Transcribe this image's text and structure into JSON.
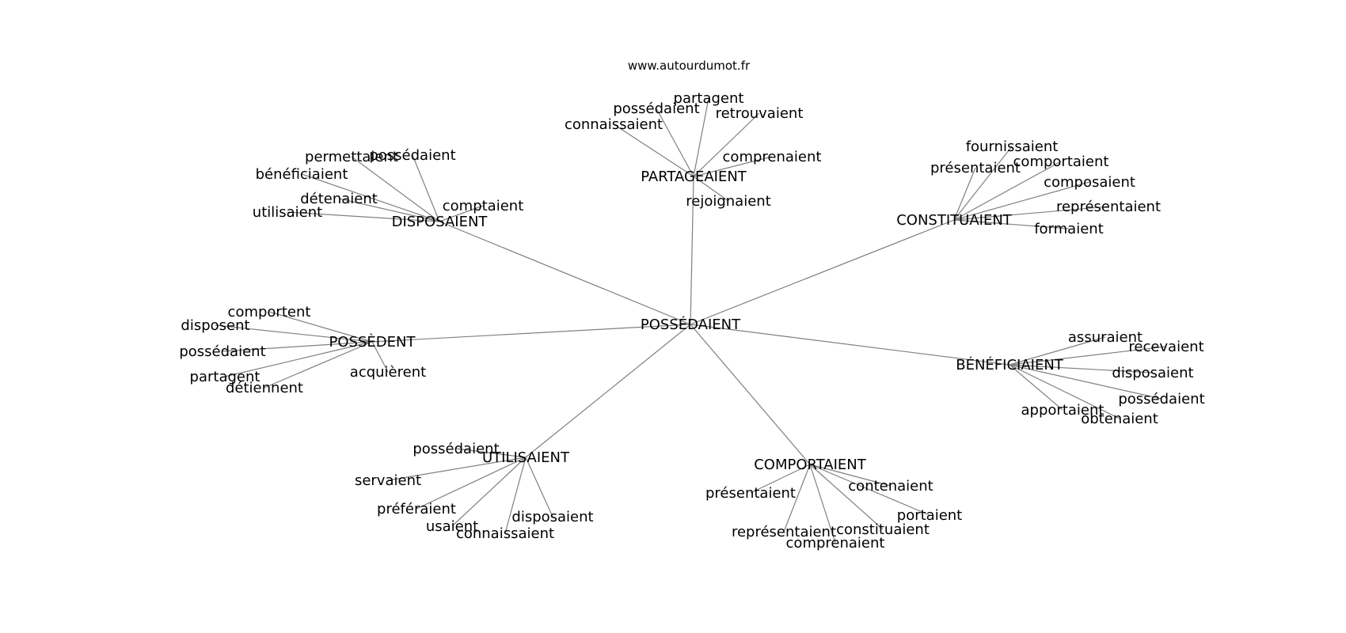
{
  "site_label": "www.autourdumot.fr",
  "root": "POSSÉDAIENT",
  "clusters": [
    {
      "hub": "PARTAGEAIENT",
      "leaves": [
        "partagent",
        "possédaient",
        "retrouvaient",
        "connaissaient",
        "comprenaient",
        "rejoignaient"
      ]
    },
    {
      "hub": "DISPOSAIENT",
      "leaves": [
        "permettaient",
        "possédaient",
        "bénéficiaient",
        "détenaient",
        "comptaient",
        "utilisaient"
      ]
    },
    {
      "hub": "CONSTITUAIENT",
      "leaves": [
        "fournissaient",
        "présentaient",
        "comportaient",
        "composaient",
        "représentaient",
        "formaient"
      ]
    },
    {
      "hub": "POSSÈDENT",
      "leaves": [
        "comportent",
        "disposent",
        "possédaient",
        "partagent",
        "détiennent",
        "acquièrent"
      ]
    },
    {
      "hub": "BÉNÉFICIAIENT",
      "leaves": [
        "assuraient",
        "recevaient",
        "disposaient",
        "possédaient",
        "apportaient",
        "obtenaient"
      ]
    },
    {
      "hub": "UTILISAIENT",
      "leaves": [
        "possédaient",
        "servaient",
        "préféraient",
        "usaient",
        "disposaient",
        "connaissaient"
      ]
    },
    {
      "hub": "COMPORTAIENT",
      "leaves": [
        "présentaient",
        "contenaient",
        "portaient",
        "représentaient",
        "constituaient",
        "comprenaient"
      ]
    }
  ]
}
